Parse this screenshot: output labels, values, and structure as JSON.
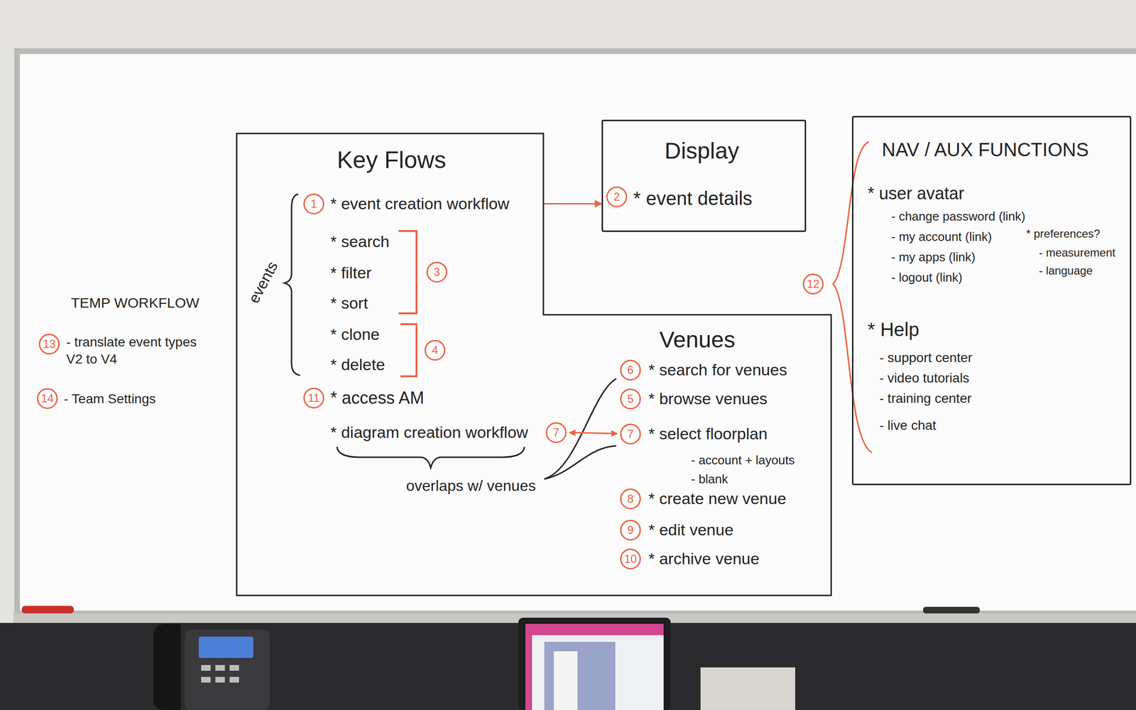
{
  "diagram": {
    "nodes": [
      {
        "text": [
          "Key Flows",
          "events",
          "* event creation workflow",
          "* search",
          "* filter",
          "* sort",
          "* clone",
          "* delete",
          "* access AM",
          "* diagram creation workflow",
          "overlaps w/ venues",
          "Venues",
          "* search for venues",
          "* browse venues",
          "* select floorplan",
          "- account + layouts",
          "- blank",
          "* create new venue",
          "* edit venue",
          "* archive venue"
        ]
      },
      {
        "text": [
          "Display",
          "* event details"
        ]
      },
      {
        "text": [
          "NAV / AUX FUNCTIONS",
          "* user avatar",
          "- change password (link)",
          "- my account (link)",
          "- my apps (link)",
          "- logout (link)",
          "* preferences?",
          "- measurement",
          "- language",
          "* Help",
          "- support center",
          "- video tutorials",
          "- training center",
          "- live chat"
        ]
      }
    ],
    "edges": [
      {
        "from": 0,
        "to": 1,
        "arrow": "to"
      }
    ],
    "labels": [
      "TEMP WORKFLOW",
      "13",
      "- translate event types V2 to V4",
      "14",
      "- Team Settings",
      "1",
      "2",
      "3",
      "4",
      "11",
      "7",
      "6",
      "5",
      "7",
      "8",
      "9",
      "10",
      "12"
    ]
  }
}
